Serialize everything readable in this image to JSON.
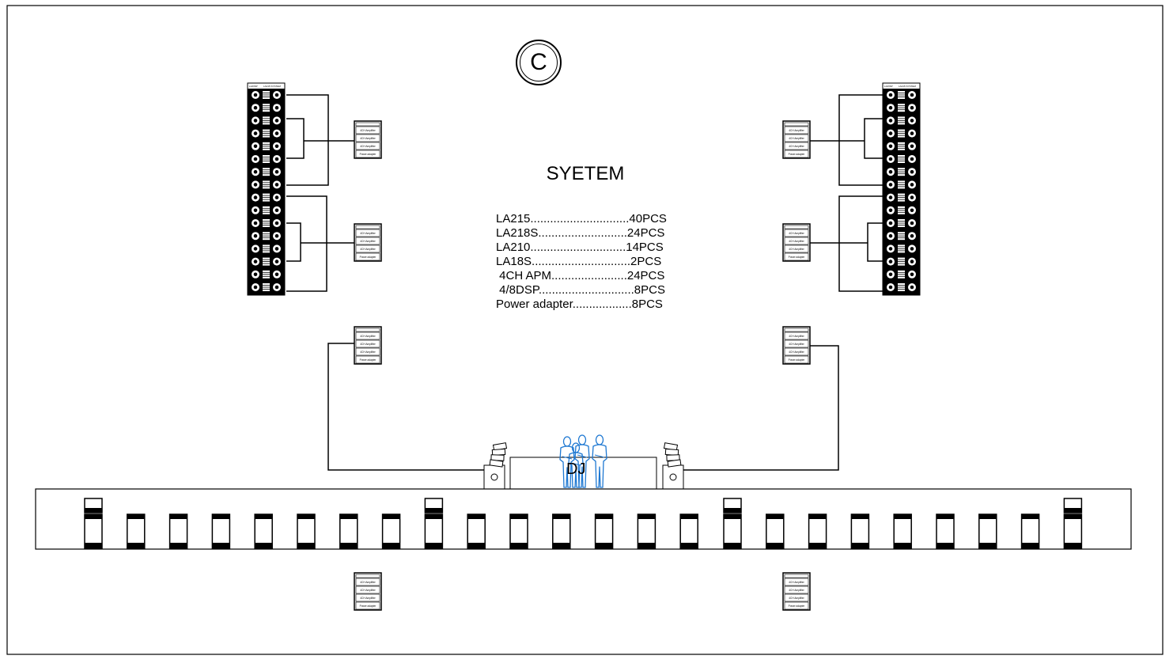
{
  "logo_letter": "C",
  "title": "SYETEM",
  "dj_label": "DJ",
  "specs": [
    {
      "text": "LA215..............................40PCS"
    },
    {
      "text": "LA218S...........................24PCS"
    },
    {
      "text": "LA210.............................14PCS"
    },
    {
      "text": "LA18S..............................2PCS"
    },
    {
      "text": " 4CH APM.......................24PCS"
    },
    {
      "text": " 4/8DSP.............................8PCS"
    },
    {
      "text": "Power adapter..................8PCS"
    }
  ],
  "rack": {
    "header_left": "LA/DSP",
    "header_right": "LA215 SYSTEM",
    "rows": [
      "4CH Amplifier",
      "4CH Amplifier",
      "4CH Amplifier",
      "Power adapter"
    ]
  },
  "colors": {
    "line": "#000000",
    "people": "#1e78d2",
    "background": "#ffffff"
  }
}
